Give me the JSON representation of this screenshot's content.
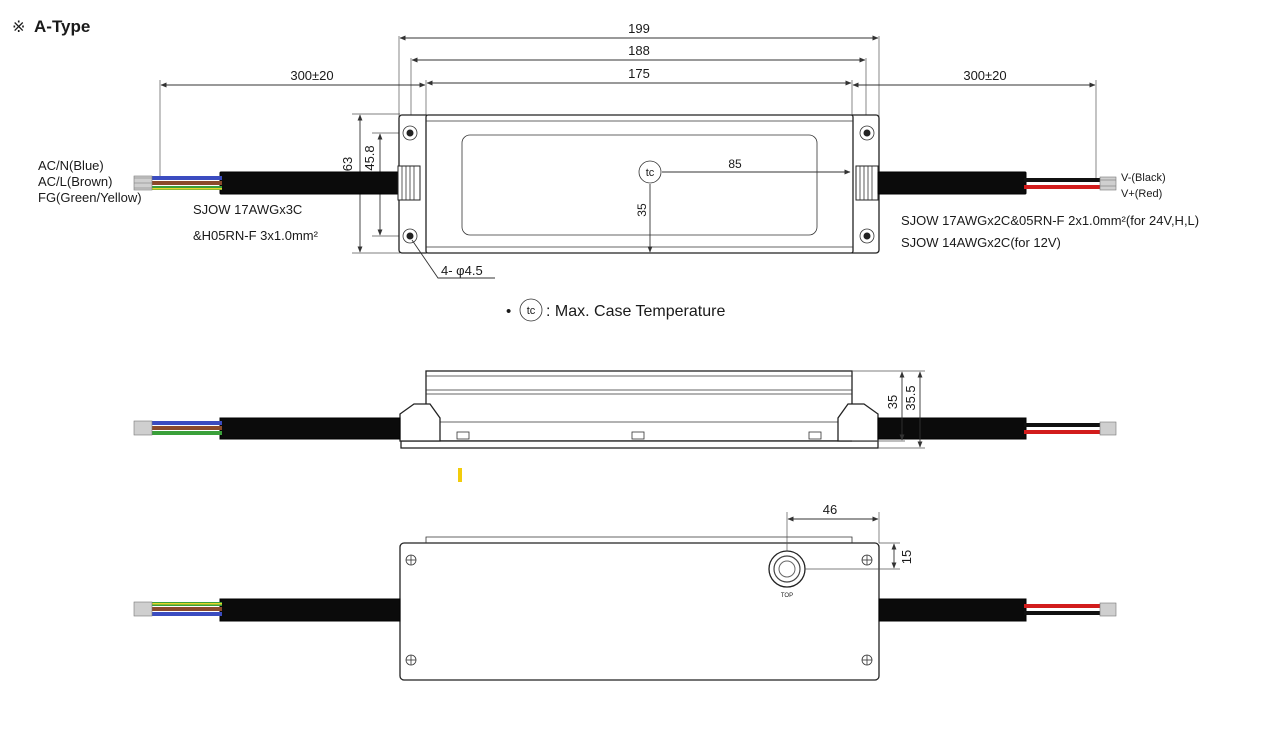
{
  "header": {
    "mark": "※",
    "title": "A-Type"
  },
  "top_view": {
    "dims": {
      "overall": "199",
      "mount": "188",
      "body": "175",
      "lead_left": "300±20",
      "lead_right": "300±20",
      "height_outer": "63",
      "height_mount": "45.8",
      "tc_x": "85",
      "tc_y": "35"
    },
    "tc_mark": "tc",
    "hole_note": "4- φ4.5",
    "left_wires": [
      "AC/N(Blue)",
      "AC/L(Brown)",
      "FG(Green/Yellow)"
    ],
    "left_cable": [
      "SJOW 17AWGx3C",
      "&H05RN-F 3x1.0mm²"
    ],
    "right_wires": [
      "V-(Black)",
      "V+(Red)"
    ],
    "right_cable": [
      "SJOW 17AWGx2C&05RN-F 2x1.0mm²(for 24V,H,L)",
      "SJOW 14AWGx2C(for 12V)"
    ]
  },
  "legend": {
    "bullet": "•",
    "mark": "tc",
    "text": ": Max. Case Temperature"
  },
  "side_view": {
    "dims": {
      "height": "35",
      "height_total": "35.5"
    }
  },
  "bottom_view": {
    "dims": {
      "x": "46",
      "y": "15"
    },
    "vent_label": "TOP"
  },
  "colors": {
    "blue_wire": "#3b4cc0",
    "brown_wire": "#8b4a2b",
    "green_wire": "#3aa03a",
    "yellow_wire": "#e6d42a",
    "red_wire": "#d21c1c",
    "black_wire": "#111111",
    "highlight": "#f2cc0c"
  }
}
